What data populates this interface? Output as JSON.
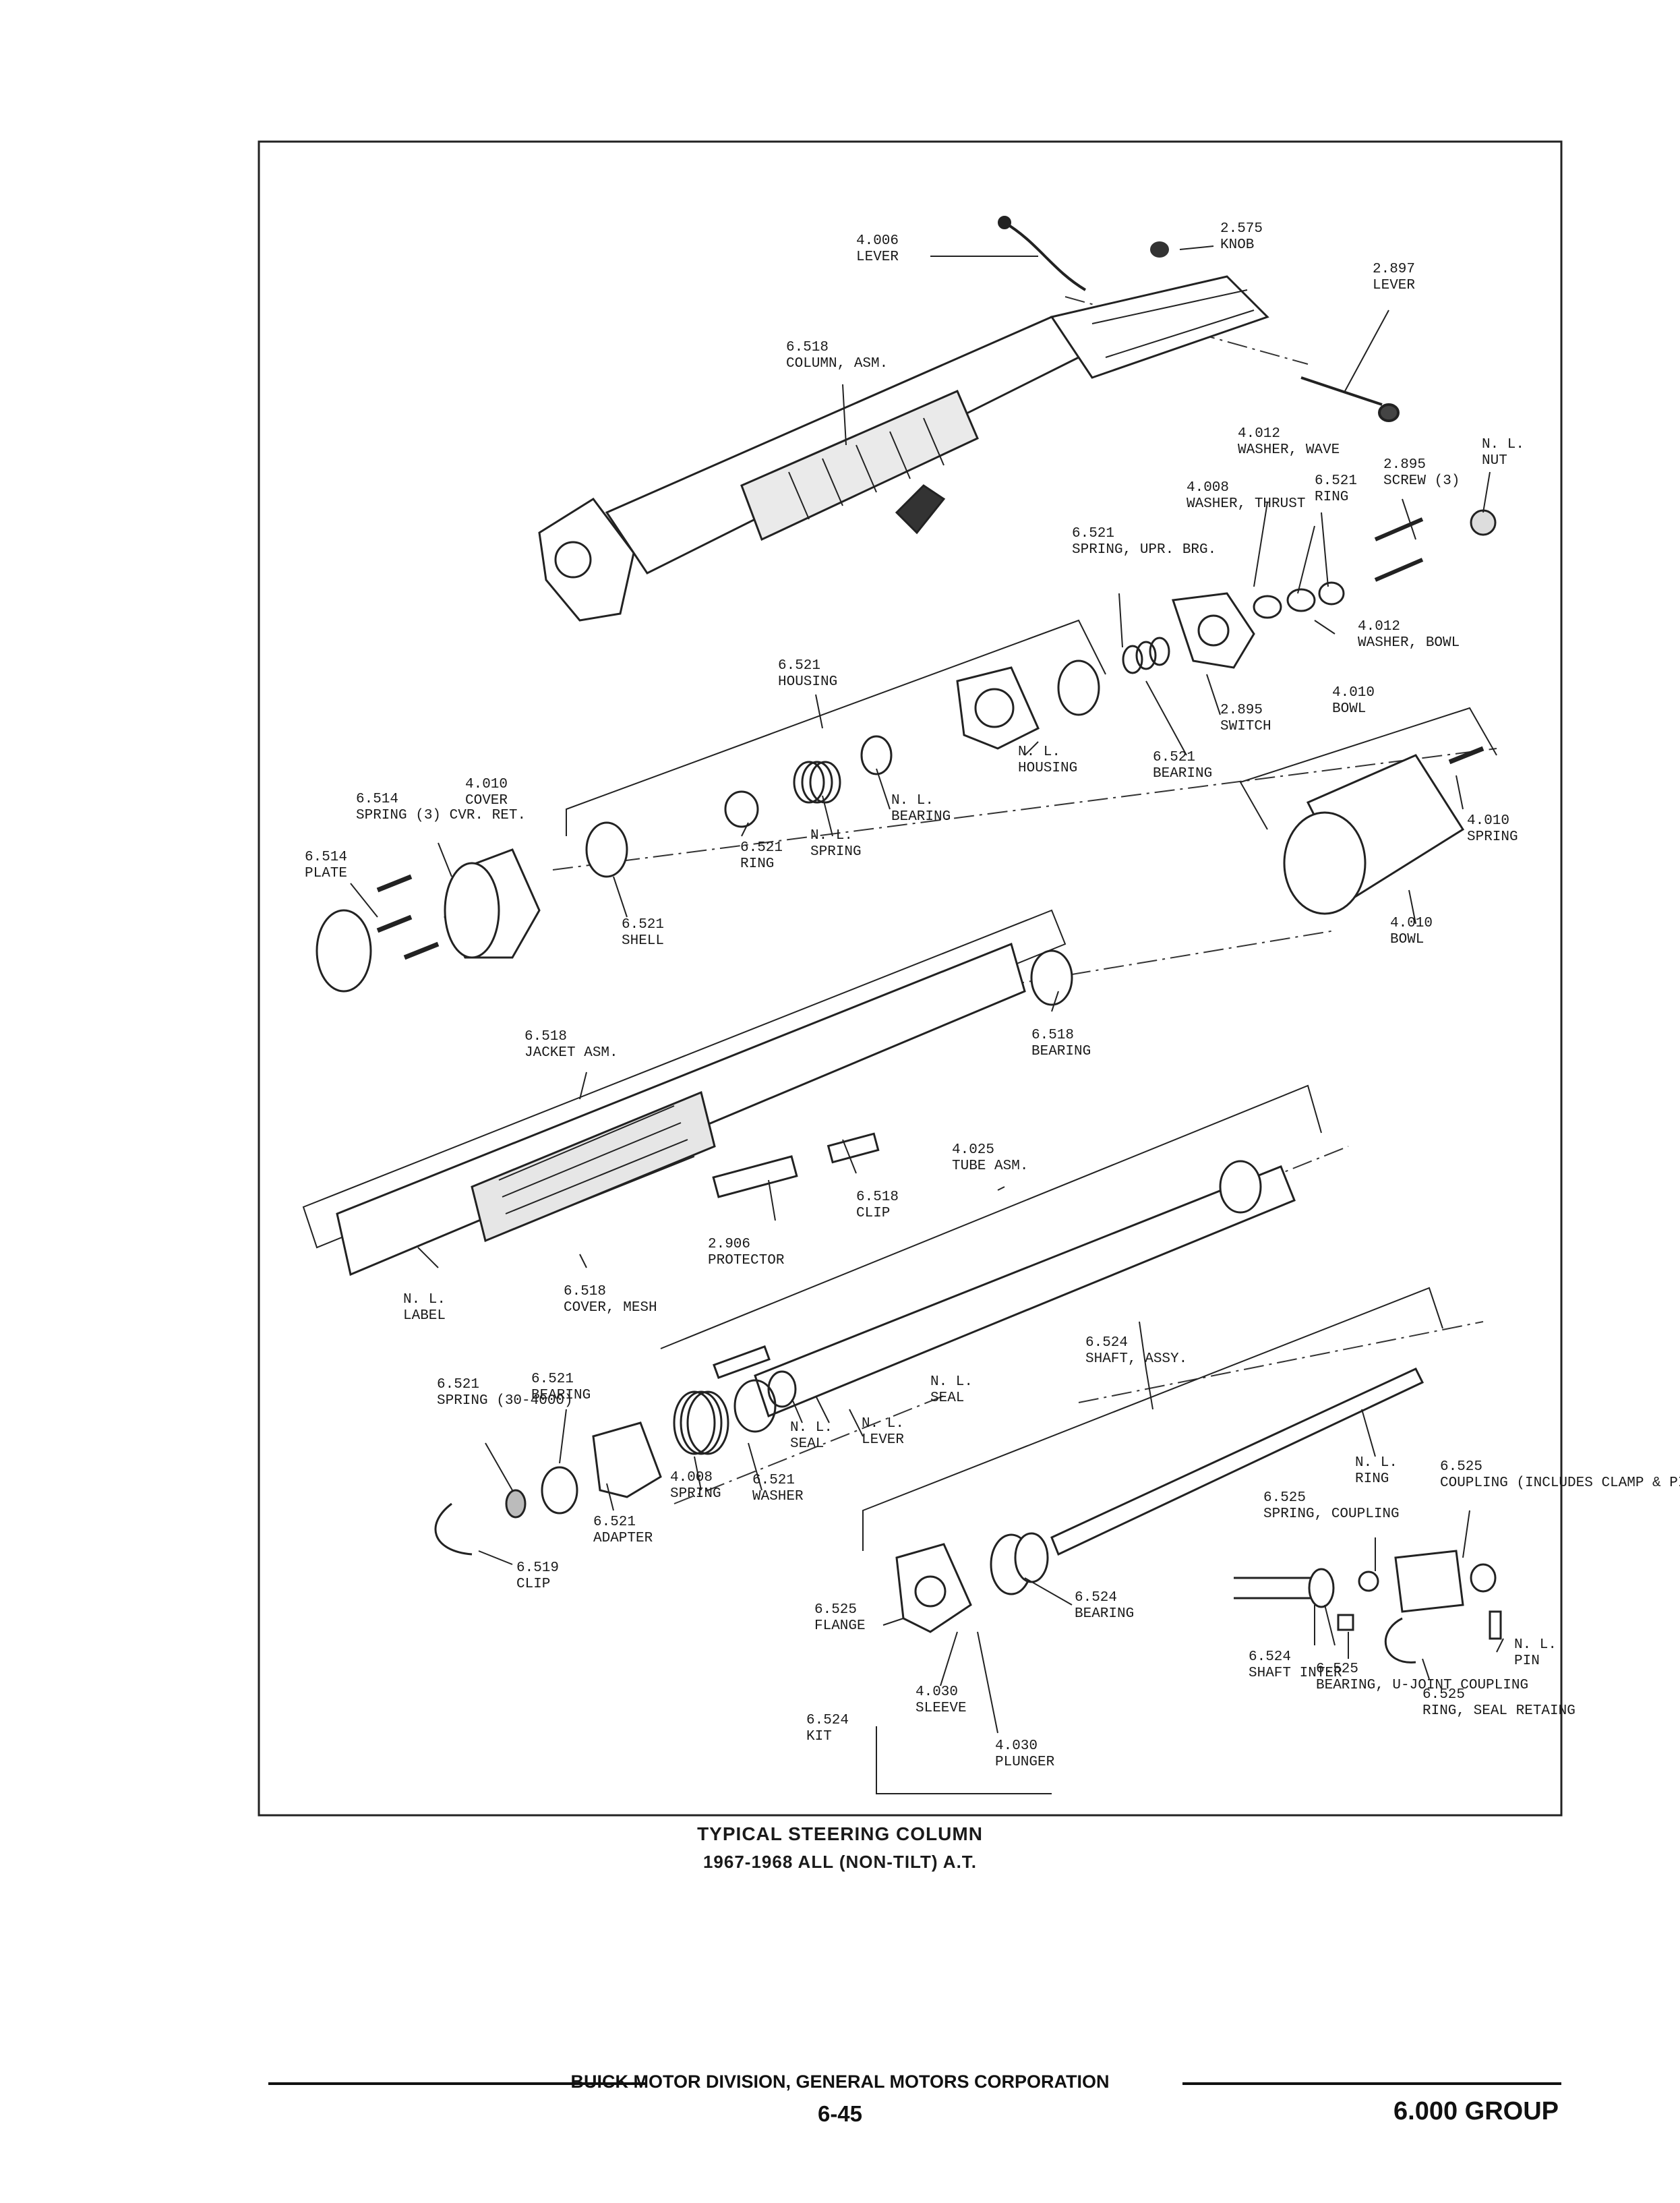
{
  "caption": {
    "line1": "TYPICAL STEERING COLUMN",
    "line2": "1967-1968 ALL (NON-TILT) A.T."
  },
  "footer": {
    "corporation": "BUICK MOTOR DIVISION, GENERAL MOTORS CORPORATION",
    "page": "6-45",
    "group": "6.000 GROUP"
  },
  "parts": [
    {
      "number": "4.006",
      "name": "LEVER"
    },
    {
      "number": "2.575",
      "name": "KNOB"
    },
    {
      "number": "2.897",
      "name": "LEVER"
    },
    {
      "number": "6.518",
      "name": "COLUMN, ASM."
    },
    {
      "number": "4.012",
      "name": "WASHER, WAVE"
    },
    {
      "number": "N. L.",
      "name": "NUT"
    },
    {
      "number": "2.895",
      "name": "SCREW (3)"
    },
    {
      "number": "6.521",
      "name": "RING"
    },
    {
      "number": "4.008",
      "name": "WASHER, THRUST"
    },
    {
      "number": "6.521",
      "name": "SPRING, UPR. BRG."
    },
    {
      "number": "4.012",
      "name": "WASHER, BOWL"
    },
    {
      "number": "6.521",
      "name": "HOUSING"
    },
    {
      "number": "2.895",
      "name": "SWITCH"
    },
    {
      "number": "4.010",
      "name": "BOWL"
    },
    {
      "number": "N. L.",
      "name": "HOUSING"
    },
    {
      "number": "6.521",
      "name": "BEARING"
    },
    {
      "number": "6.514",
      "name": "SPRING (3) CVR. RET."
    },
    {
      "number": "4.010",
      "name": "COVER"
    },
    {
      "number": "N. L.",
      "name": "BEARING"
    },
    {
      "number": "6.514",
      "name": "PLATE"
    },
    {
      "number": "6.521",
      "name": "RING"
    },
    {
      "number": "N. L.",
      "name": "SPRING"
    },
    {
      "number": "4.010",
      "name": "SPRING"
    },
    {
      "number": "6.521",
      "name": "SHELL"
    },
    {
      "number": "4.010",
      "name": "BOWL"
    },
    {
      "number": "6.518",
      "name": "JACKET ASM."
    },
    {
      "number": "6.518",
      "name": "BEARING"
    },
    {
      "number": "4.025",
      "name": "TUBE ASM."
    },
    {
      "number": "6.518",
      "name": "CLIP"
    },
    {
      "number": "2.906",
      "name": "PROTECTOR"
    },
    {
      "number": "N. L.",
      "name": "LABEL"
    },
    {
      "number": "6.518",
      "name": "COVER, MESH"
    },
    {
      "number": "6.524",
      "name": "SHAFT, ASSY."
    },
    {
      "number": "6.521",
      "name": "SPRING (30-4000)"
    },
    {
      "number": "6.521",
      "name": "BEARING"
    },
    {
      "number": "N. L.",
      "name": "SEAL"
    },
    {
      "number": "N. L.",
      "name": "SEAL"
    },
    {
      "number": "N. L.",
      "name": "LEVER"
    },
    {
      "number": "N. L.",
      "name": "RING"
    },
    {
      "number": "6.525",
      "name": "COUPLING (INCLUDES CLAMP & PIN)"
    },
    {
      "number": "4.008",
      "name": "SPRING"
    },
    {
      "number": "6.521",
      "name": "WASHER"
    },
    {
      "number": "6.521",
      "name": "ADAPTER"
    },
    {
      "number": "6.525",
      "name": "SPRING, COUPLING"
    },
    {
      "number": "6.519",
      "name": "CLIP"
    },
    {
      "number": "6.525",
      "name": "FLANGE"
    },
    {
      "number": "6.524",
      "name": "BEARING"
    },
    {
      "number": "N. L.",
      "name": "PIN"
    },
    {
      "number": "6.524",
      "name": "SHAFT INTER"
    },
    {
      "number": "6.525",
      "name": "BEARING, U-JOINT COUPLING"
    },
    {
      "number": "6.525",
      "name": "RING, SEAL RETAING"
    },
    {
      "number": "4.030",
      "name": "SLEEVE"
    },
    {
      "number": "6.524",
      "name": "KIT"
    },
    {
      "number": "4.030",
      "name": "PLUNGER"
    }
  ]
}
